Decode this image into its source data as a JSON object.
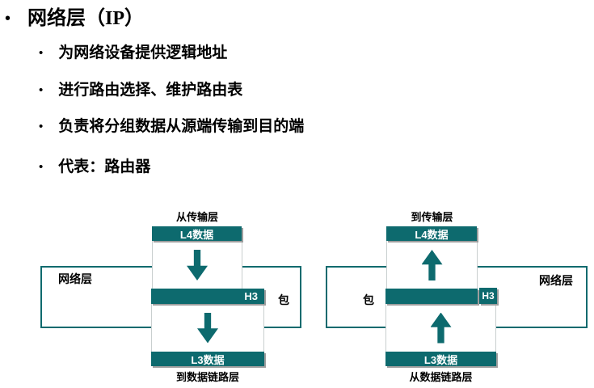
{
  "slide": {
    "title_bullet": "•",
    "title": "网络层（IP）",
    "bullet_glyph": "•",
    "bullets": [
      "为网络设备提供逻辑地址",
      "进行路由选择、维护路由表",
      "负责将分组数据从源端传输到目的端",
      "代表：路由器"
    ]
  },
  "colors": {
    "teal": "#0d6a6e",
    "bar_text": "#ffffff",
    "body_text": "#000000",
    "background": "#ffffff",
    "bar_shadow": "#9e9e9e"
  },
  "diagrams": {
    "left": {
      "top_label": "从传输层",
      "data_in_label": "L4数据",
      "header_label": "H3",
      "data_out_label": "L3数据",
      "bottom_label": "到数据链路层",
      "layer_label": "网络层",
      "pdu_label": "包",
      "arrow_direction": "down"
    },
    "right": {
      "top_label": "到传输层",
      "data_in_label": "L4数据",
      "header_label": "H3",
      "data_out_label": "L3数据",
      "bottom_label": "从数据链路层",
      "layer_label": "网络层",
      "pdu_label": "包",
      "arrow_direction": "up"
    }
  }
}
